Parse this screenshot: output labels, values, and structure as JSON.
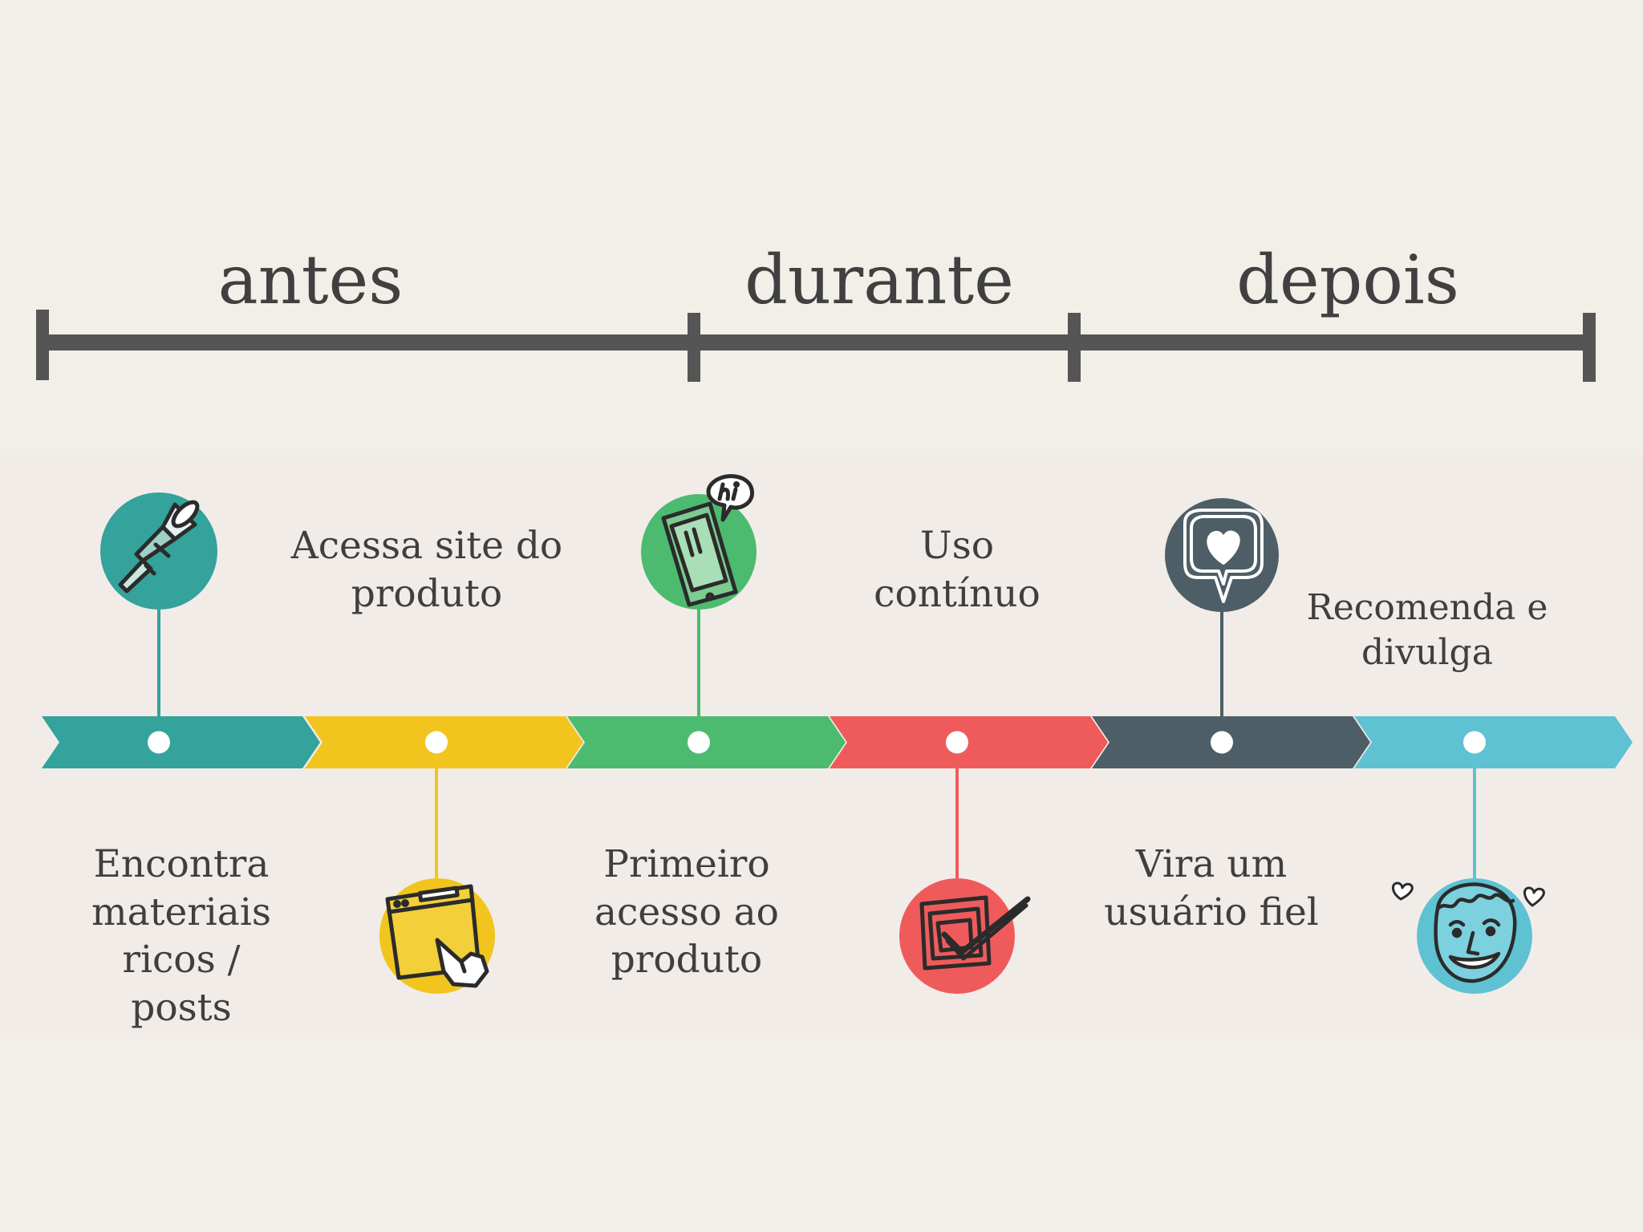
{
  "phases": [
    "antes",
    "durante",
    "depois"
  ],
  "colors": {
    "background": "#f1efe7",
    "band": "#f2ece8",
    "bar": "#555555",
    "text": "#3f3f3f",
    "arrow_fills": [
      "#33a39b",
      "#f1c51d",
      "#4cbb6f",
      "#ef5b5b",
      "#4e5e66",
      "#5fc2d3"
    ],
    "icon_fills": [
      "#33a39b",
      "#f1c51d",
      "#4cbb6f",
      "#ef5b5b",
      "#4e5e66",
      "#5fc2d3"
    ]
  },
  "steps": [
    {
      "label": "Encontra materiais ricos / posts",
      "label_lines": [
        "Encontra",
        "materiais",
        "ricos /",
        "posts"
      ],
      "icon": "spyglass-icon",
      "icon_side": "top"
    },
    {
      "label": "Acessa site do produto",
      "label_lines": [
        "Acessa site do",
        "produto"
      ],
      "icon": "browser-click-icon",
      "icon_side": "bottom"
    },
    {
      "label": "Primeiro acesso ao produto",
      "label_lines": [
        "Primeiro",
        "acesso ao",
        "produto"
      ],
      "icon": "phone-hi-icon",
      "icon_side": "top"
    },
    {
      "label": "Uso contínuo",
      "label_lines": [
        "Uso",
        "contínuo"
      ],
      "icon": "checkbox-icon",
      "icon_side": "bottom"
    },
    {
      "label": "Vira um usuário fiel",
      "label_lines": [
        "Vira um",
        "usuário fiel"
      ],
      "icon": "heart-bubble-icon",
      "icon_side": "top"
    },
    {
      "label": "Recomenda e divulga",
      "label_lines": [
        "Recomenda e",
        "divulga"
      ],
      "icon": "happy-face-icon",
      "icon_side": "bottom"
    }
  ]
}
